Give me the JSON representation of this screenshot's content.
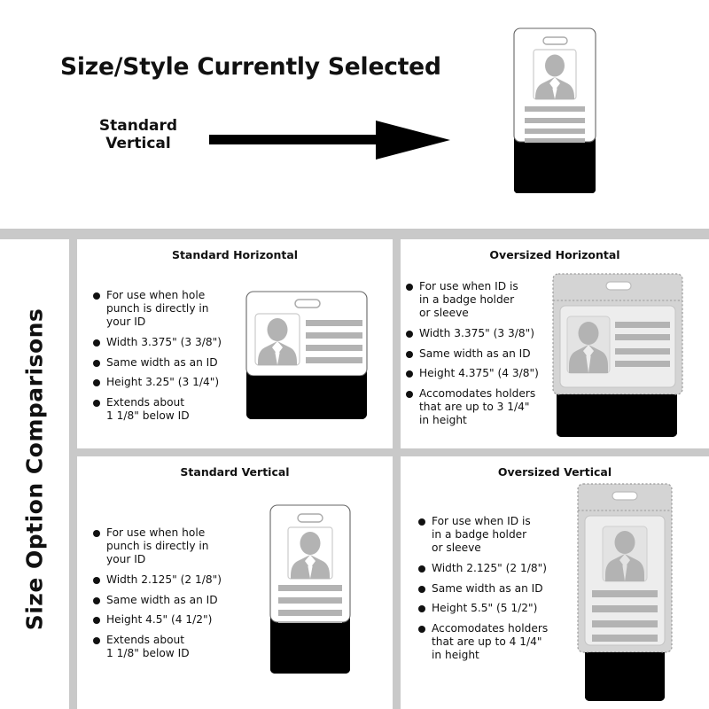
{
  "hero": {
    "title": "Size/Style Currently Selected",
    "selected_style": "Standard\nVertical",
    "arrow_icon": "right-arrow-icon",
    "badge_icon": "standard-vertical-badge-preview"
  },
  "sidebar": {
    "label": "Size Option Comparisons"
  },
  "colors": {
    "divider": "#c9c9c9",
    "text": "#111111",
    "badge_card": "#ffffff",
    "badge_sleeve": "#d4d4d4",
    "badge_inner": "#ededed",
    "badge_photo": "#b3b3b3",
    "badge_line": "#b3b3b3",
    "badge_black": "#000000",
    "badge_outline": "#555555"
  },
  "quadrants": [
    {
      "id": "standard-horizontal",
      "title": "Standard Horizontal",
      "badge_icon": "standard-horizontal-badge",
      "bullets": [
        "For use when hole\npunch is directly in\nyour ID",
        "Width 3.375\" (3 3/8\")",
        "Same width as an ID",
        "Height 3.25\" (3 1/4\")",
        "Extends about\n1 1/8\" below ID"
      ]
    },
    {
      "id": "oversized-horizontal",
      "title": "Oversized Horizontal",
      "badge_icon": "oversized-horizontal-badge",
      "bullets": [
        "For use when ID is\nin a badge holder\nor sleeve",
        "Width 3.375\" (3 3/8\")",
        "Same width as an ID",
        "Height 4.375\" (4 3/8\")",
        "Accomodates holders\nthat are up to 3 1/4\"\nin height"
      ]
    },
    {
      "id": "standard-vertical",
      "title": "Standard Vertical",
      "badge_icon": "standard-vertical-badge",
      "bullets": [
        "For use when hole\npunch is directly in\nyour ID",
        "Width 2.125\" (2 1/8\")",
        "Same width as an ID",
        "Height 4.5\" (4 1/2\")",
        "Extends about\n1 1/8\" below ID"
      ]
    },
    {
      "id": "oversized-vertical",
      "title": "Oversized Vertical",
      "badge_icon": "oversized-vertical-badge",
      "bullets": [
        "For use when ID is\nin a badge holder\nor sleeve",
        "Width 2.125\" (2 1/8\")",
        "Same width as an ID",
        "Height 5.5\" (5 1/2\")",
        "Accomodates holders\nthat are up to 4 1/4\"\nin height"
      ]
    }
  ]
}
